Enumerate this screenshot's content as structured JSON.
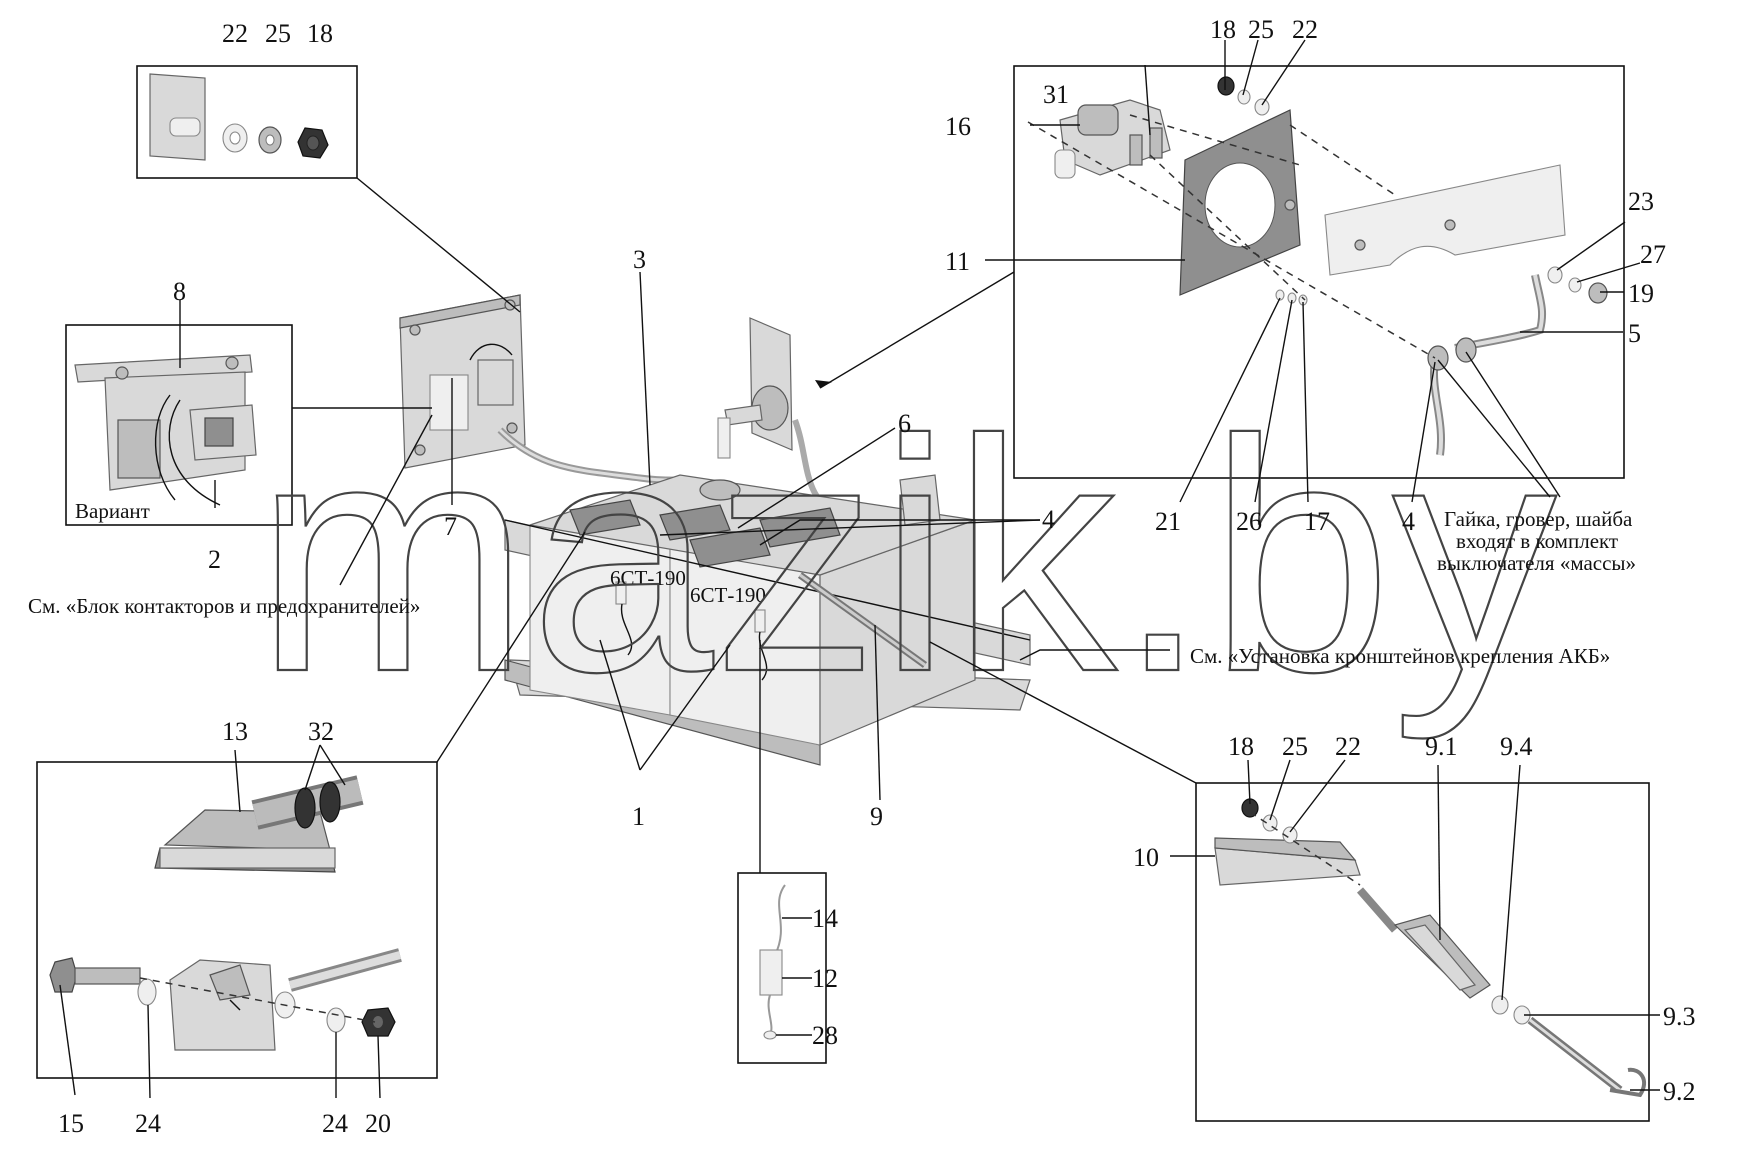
{
  "labels": {
    "l1": "1",
    "l2": "2",
    "l3": "3",
    "l4a": "4",
    "l4b": "4",
    "l5": "5",
    "l6": "6",
    "l7": "7",
    "l8": "8",
    "l9": "9",
    "l91": "9.1",
    "l92": "9.2",
    "l93": "9.3",
    "l94": "9.4",
    "l10": "10",
    "l11": "11",
    "l12": "12",
    "l13": "13",
    "l14": "14",
    "l15": "15",
    "l16": "16",
    "l17": "17",
    "l18a": "18",
    "l18b": "18",
    "l18c": "18",
    "l19": "19",
    "l20": "20",
    "l21": "21",
    "l22a": "22",
    "l22b": "22",
    "l22c": "22",
    "l23": "23",
    "l24a": "24",
    "l24b": "24",
    "l25a": "25",
    "l25b": "25",
    "l25c": "25",
    "l26": "26",
    "l27": "27",
    "l28": "28",
    "l31": "31",
    "l32": "32"
  },
  "notes": {
    "variant": "Вариант",
    "contactor_block": "См. «Блок контакторов и предохранителей»",
    "bracket_install": "См. «Установка кронштейнов крепления АКБ»",
    "kit_line1": "Гайка, гровер, шайба",
    "kit_line2": "входят в комплект",
    "kit_line3": "выключателя «массы»"
  },
  "battery_marks": {
    "left": "6СТ-190",
    "right": "6СТ-190"
  },
  "watermark": "mazik.by"
}
